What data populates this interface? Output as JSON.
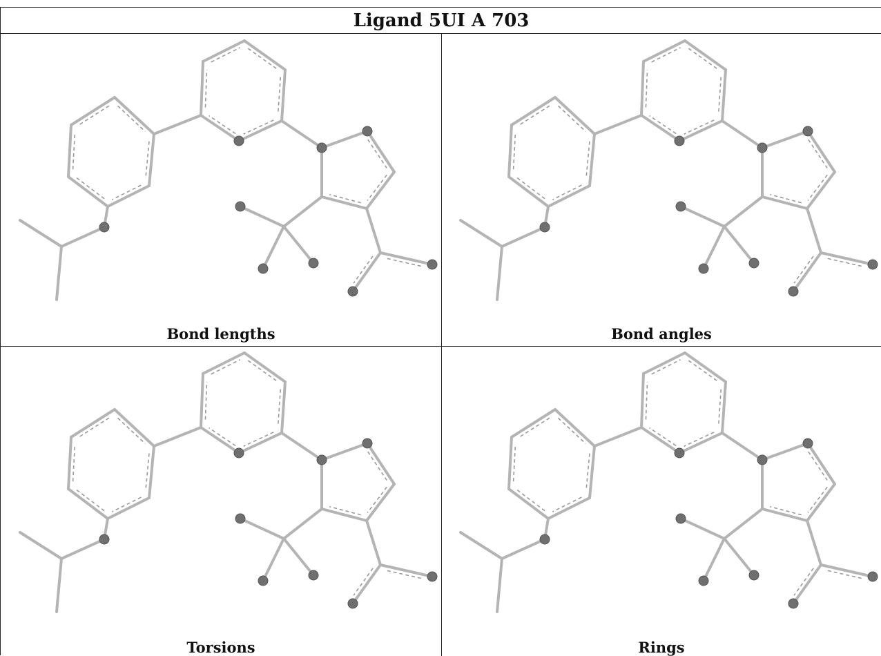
{
  "title": "Ligand 5UI A 703",
  "panels": [
    {
      "caption": "Bond lengths"
    },
    {
      "caption": "Bond angles"
    },
    {
      "caption": "Torsions"
    },
    {
      "caption": "Rings"
    }
  ]
}
